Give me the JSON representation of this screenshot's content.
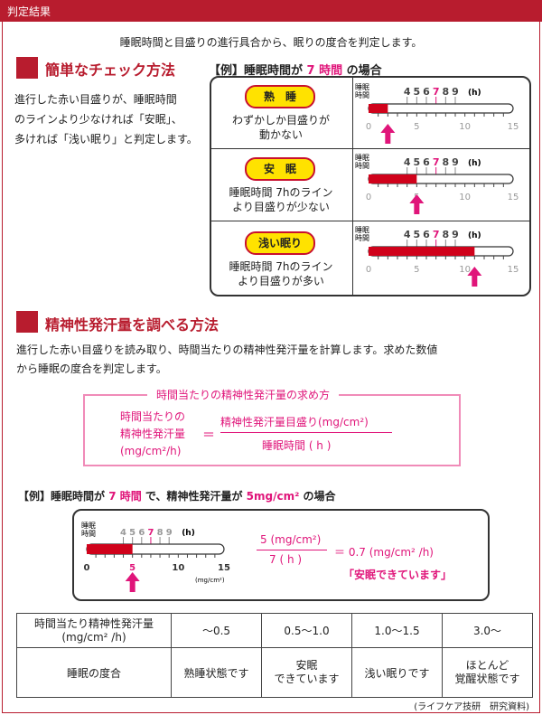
{
  "header": {
    "title": "判定結果"
  },
  "intro": "睡眠時間と目盛りの進行具合から、眠りの度合を判定します。",
  "simple": {
    "title": "簡単なチェック方法",
    "desc": [
      "進行した赤い目盛りが、睡眠時間",
      "のラインより少なければ「安眠」、",
      "多ければ「浅い眠り」と判定します。"
    ],
    "example_prefix": "【例】睡眠時間が",
    "example_hours": "7 時間",
    "example_suffix": "の場合",
    "rows": [
      {
        "badge": "熟　睡",
        "desc": [
          "わずかしか目盛りが",
          "動かない"
        ],
        "fill": 2,
        "arrow": 2
      },
      {
        "badge": "安　眠",
        "desc": [
          "睡眠時間 7hのライン",
          "より目盛りが少ない"
        ],
        "fill": 5,
        "arrow": 5
      },
      {
        "badge": "浅い眠り",
        "desc": [
          "睡眠時間 7hのライン",
          "より目盛りが多い"
        ],
        "fill": 11,
        "arrow": 11
      }
    ],
    "gauge_label": [
      "睡眠",
      "時間"
    ],
    "gauge_top_nums": [
      "4",
      "5",
      "6",
      "7",
      "8",
      "9"
    ],
    "gauge_unit": "(h)",
    "gauge_bottom_nums": [
      "0",
      "5",
      "10",
      "15"
    ]
  },
  "method": {
    "title": "精神性発汗量を調べる方法",
    "desc": [
      "進行した赤い目盛りを読み取り、時間当たりの精神性発汗量を計算します。求めた数値",
      "から睡眠の度合を判定します。"
    ],
    "formula_title": "時間当たりの精神性発汗量の求め方",
    "formula_left": [
      "時間当たりの",
      "精神性発汗量",
      "(mg/cm²/h)"
    ],
    "formula_eq": "＝",
    "formula_numerator": "精神性発汗量目盛り(mg/cm²)",
    "formula_denominator": "睡眠時間 ( h )"
  },
  "example2": {
    "label_prefix": "【例】睡眠時間が",
    "label_hours": "7 時間",
    "label_mid": "で、精神性発汗量が",
    "label_amount": "5mg/cm²",
    "label_suffix": "の場合",
    "gauge_fill": 5,
    "arrow_value": "5",
    "gauge_unit_small": "(mg/cm²)",
    "calc_numerator": "5 (mg/cm²)",
    "calc_denominator": "7 ( h )",
    "calc_result": "＝ 0.7 (mg/cm² /h)",
    "calc_verdict": "「安眠できています」"
  },
  "table": {
    "header_label": [
      "時間当たり精神性発汗量",
      "(mg/cm² /h)"
    ],
    "ranges": [
      "～0.5",
      "0.5～1.0",
      "1.0～1.5",
      "3.0～"
    ],
    "row_label": "睡眠の度合",
    "states": [
      [
        "熟睡状態です"
      ],
      [
        "安眠",
        "できています"
      ],
      [
        "浅い眠りです"
      ],
      [
        "ほとんど",
        "覚醒状態です"
      ]
    ]
  },
  "source": "(ライフケア技研　研究資料)",
  "colors": {
    "brand": "#b81c2e",
    "accent": "#e0157a",
    "gauge_red": "#d0021b",
    "pill_yellow": "#ffe200"
  }
}
